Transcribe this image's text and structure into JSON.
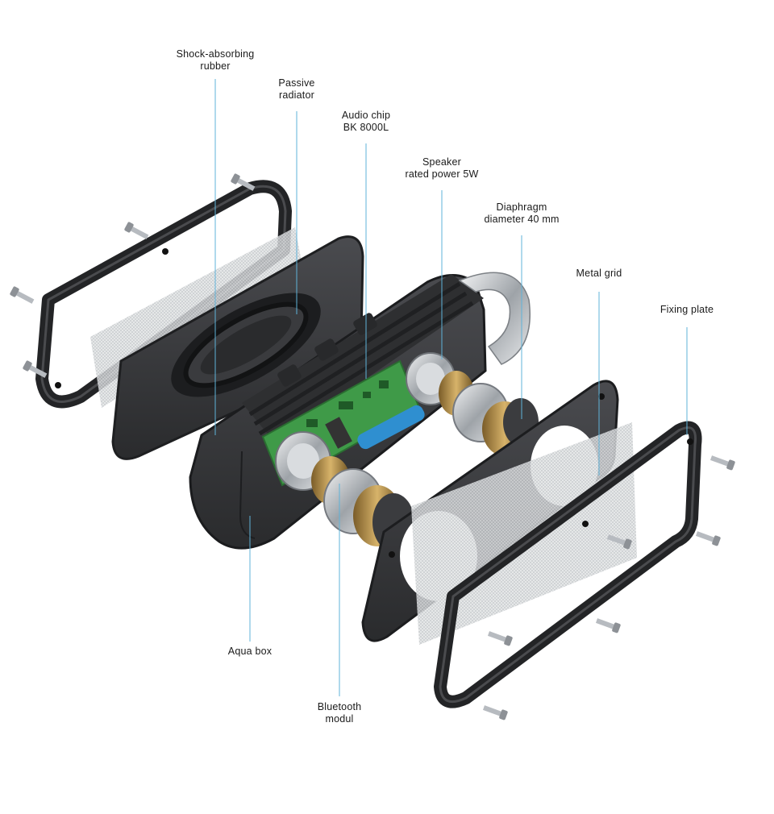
{
  "labels": {
    "shock_absorbing": {
      "line1": "Shock-absorbing",
      "line2": "rubber"
    },
    "passive_radiator": {
      "line1": "Passive",
      "line2": "radiator"
    },
    "audio_chip": {
      "line1": "Audio chip",
      "line2": "BK 8000L"
    },
    "speaker": {
      "line1": "Speaker",
      "line2": "rated power 5W"
    },
    "diaphragm": {
      "line1": "Diaphragm",
      "line2": "diameter 40 mm"
    },
    "metal_grid": {
      "line1": "Metal grid"
    },
    "fixing_plate": {
      "line1": "Fixing plate"
    },
    "aqua_box": {
      "line1": "Aqua box"
    },
    "bluetooth": {
      "line1": "Bluetooth",
      "line2": "modul"
    }
  },
  "colors": {
    "leader_line": "#5fb3d9",
    "rubber": "#2b2c2e",
    "housing": "#3a3b3e",
    "metal": "#c9ccd0",
    "pcb": "#3f9a48",
    "battery": "#2f8fd0",
    "brass": "#b08d4a"
  }
}
